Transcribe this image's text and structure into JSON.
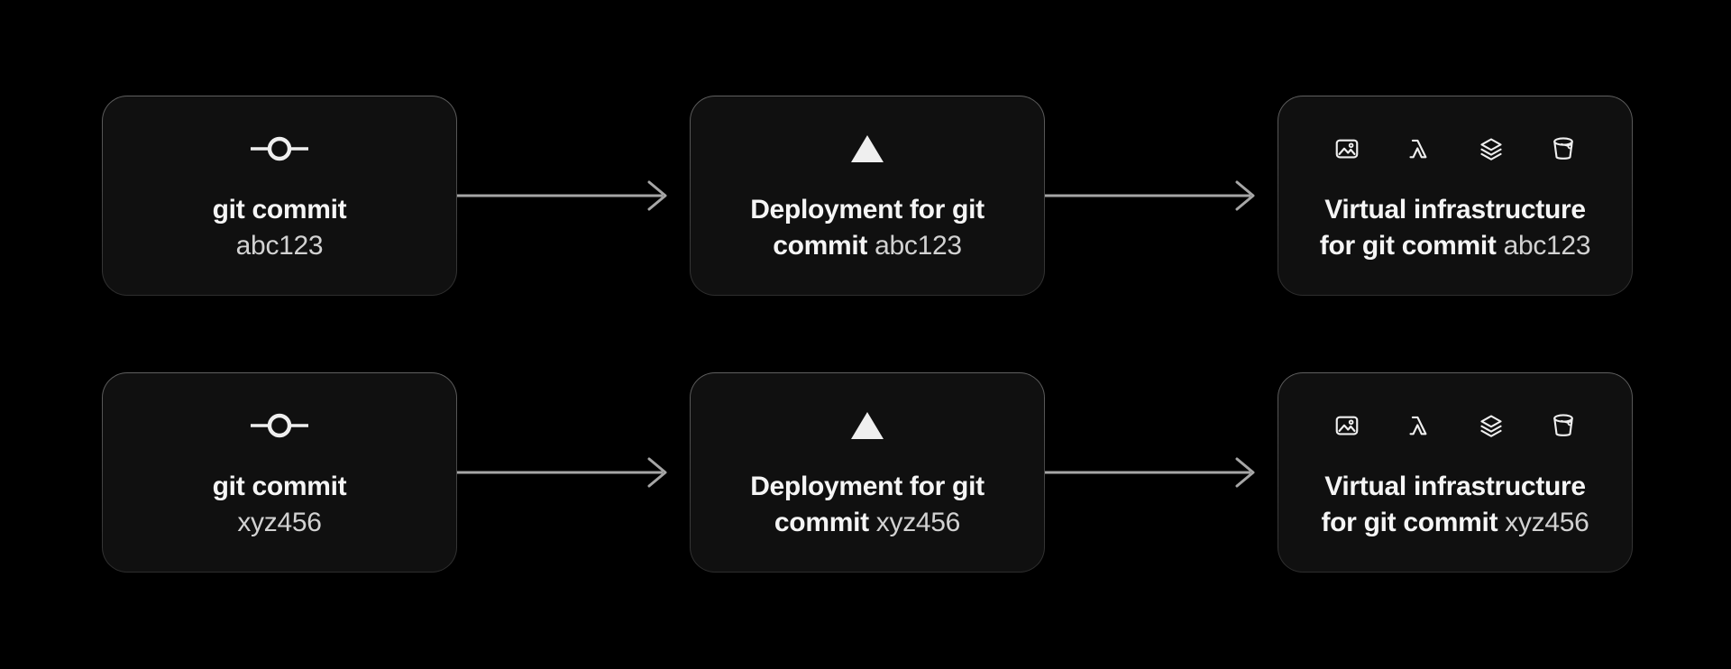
{
  "theme": {
    "background": "#000000",
    "card_background": "#101010",
    "card_border_top": "#606060",
    "card_border_bottom": "#2d2d2d",
    "arrow_color": "#a6a6a6",
    "title_color": "#f5f5f5",
    "hash_color": "#d2d2d2",
    "icon_color": "#efefef"
  },
  "rows": [
    {
      "commit": {
        "icon": "git-commit-icon",
        "title": "git commit",
        "hash": "abc123"
      },
      "deploy": {
        "icon": "vercel-triangle-icon",
        "line1": "Deployment for git",
        "line2_bold": "commit",
        "hash": "abc123"
      },
      "infra": {
        "icons": [
          "image-icon",
          "lambda-icon",
          "layers-icon",
          "bucket-icon"
        ],
        "line1": "Virtual infrastructure",
        "line2_bold": "for git commit",
        "hash": "abc123"
      }
    },
    {
      "commit": {
        "icon": "git-commit-icon",
        "title": "git commit",
        "hash": "xyz456"
      },
      "deploy": {
        "icon": "vercel-triangle-icon",
        "line1": "Deployment for git",
        "line2_bold": "commit",
        "hash": "xyz456"
      },
      "infra": {
        "icons": [
          "image-icon",
          "lambda-icon",
          "layers-icon",
          "bucket-icon"
        ],
        "line1": "Virtual infrastructure",
        "line2_bold": "for git commit",
        "hash": "xyz456"
      }
    }
  ]
}
